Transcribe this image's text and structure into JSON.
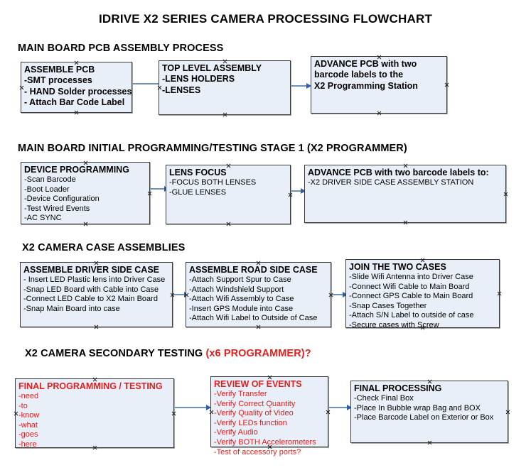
{
  "document": {
    "title": "IDRIVE X2  SERIES CAMERA PROCESSING FLOWCHART"
  },
  "colors": {
    "node_fill": "#e9eff8",
    "node_border": "#3a3a3a",
    "accent_red": "#e02020",
    "connector": "#6f92b8",
    "arrowhead": "#2f5fa8",
    "text": "#000000"
  },
  "sections": [
    {
      "id": "main-board-pcb-assembly",
      "heading": "MAIN BOARD PCB ASSEMBLY PROCESS",
      "heading_accent": "",
      "nodes": [
        {
          "id": "assemble-pcb",
          "title": "ASSEMBLE PCB",
          "title_color": "black",
          "lines": [
            "-SMT processes",
            "- HAND Solder processes",
            "- Attach Bar Code Label"
          ]
        },
        {
          "id": "top-level-assembly",
          "title": "TOP LEVEL ASSEMBLY",
          "title_color": "black",
          "lines": [
            "-LENS HOLDERS",
            "-LENSES"
          ]
        },
        {
          "id": "advance-pcb-to-x2-programming-station",
          "title": "ADVANCE PCB with two",
          "title_color": "black",
          "lines": [
            "barcode labels to the",
            " X2 Programming Station"
          ]
        }
      ]
    },
    {
      "id": "main-board-initial-programming",
      "heading": "MAIN BOARD INITIAL PROGRAMMING/TESTING STAGE 1 (X2 PROGRAMMER)",
      "heading_accent": "",
      "nodes": [
        {
          "id": "device-programming",
          "title": "DEVICE PROGRAMMING",
          "title_color": "black",
          "lines": [
            "-Scan Barcode",
            "-Boot Loader",
            "-Device Configuration",
            "-Test Wired Events",
            "-AC SYNC"
          ]
        },
        {
          "id": "lens-focus",
          "title": "LENS FOCUS",
          "title_color": "black",
          "lines": [
            "-FOCUS BOTH LENSES",
            "-GLUE LENSES"
          ]
        },
        {
          "id": "advance-pcb-to-driver-side-case",
          "title": "ADVANCE PCB with two barcode labels to:",
          "title_color": "black",
          "lines": [
            "-X2 DRIVER  SIDE  CASE  ASSEMBLY STATION"
          ]
        }
      ]
    },
    {
      "id": "x2-camera-case-assemblies",
      "heading": "X2 CAMERA CASE ASSEMBLIES",
      "heading_accent": "",
      "nodes": [
        {
          "id": "assemble-driver-side-case",
          "title": "ASSEMBLE DRIVER SIDE CASE",
          "title_color": "black",
          "lines": [
            "- Insert LED Plastic lens into Driver Case",
            "-Snap LED Board with Cable into Case",
            "-Connect LED Cable to X2 Main Board",
            "-Snap Main Board into case"
          ]
        },
        {
          "id": "assemble-road-side-case",
          "title": "ASSEMBLE ROAD SIDE CASE",
          "title_color": "black",
          "lines": [
            "-Attach Support Spur to Case",
            "-Attach Windshield Support",
            "-Attach Wifi Assembly to Case",
            "-Insert GPS Module into Case",
            "-Attach Wifi Label to Outside of Case"
          ]
        },
        {
          "id": "join-the-two-cases",
          "title": "JOIN THE TWO CASES",
          "title_color": "black",
          "lines": [
            "-Slide Wifi Antenna into Driver Case",
            "-Connect Wifi Cable to Main Board",
            "-Connect GPS Cable to Main Board",
            "-Snap Cases Together",
            "-Attach S/N Label to outside of case",
            "-Secure cases with Screw"
          ]
        }
      ]
    },
    {
      "id": "x2-camera-secondary-testing",
      "heading": "X2 CAMERA SECONDARY TESTING ",
      "heading_accent": "(x6 PROGRAMMER)?",
      "nodes": [
        {
          "id": "final-programming-testing",
          "title": "FINAL PROGRAMMING / TESTING",
          "title_color": "red",
          "lines": [
            "-need",
            "-to",
            "-know",
            "-what",
            "-goes",
            "-here"
          ]
        },
        {
          "id": "review-of-events",
          "title": "REVIEW OF EVENTS",
          "title_color": "red",
          "lines": [
            "-Verify Transfer",
            "-Verify Correct Quantity",
            "-Verify Quality of Video",
            "-Verify LEDs function",
            "-Verify Audio",
            "-Verify BOTH Accelerometers",
            "-Test of accessory ports?"
          ]
        },
        {
          "id": "final-processing",
          "title": "FINAL PROCESSING",
          "title_color": "black",
          "lines": [
            " -Check Final Box",
            "-Place In Bubble wrap Bag and BOX",
            "-Place Barcode Label on Exterior or Box"
          ]
        }
      ]
    }
  ]
}
